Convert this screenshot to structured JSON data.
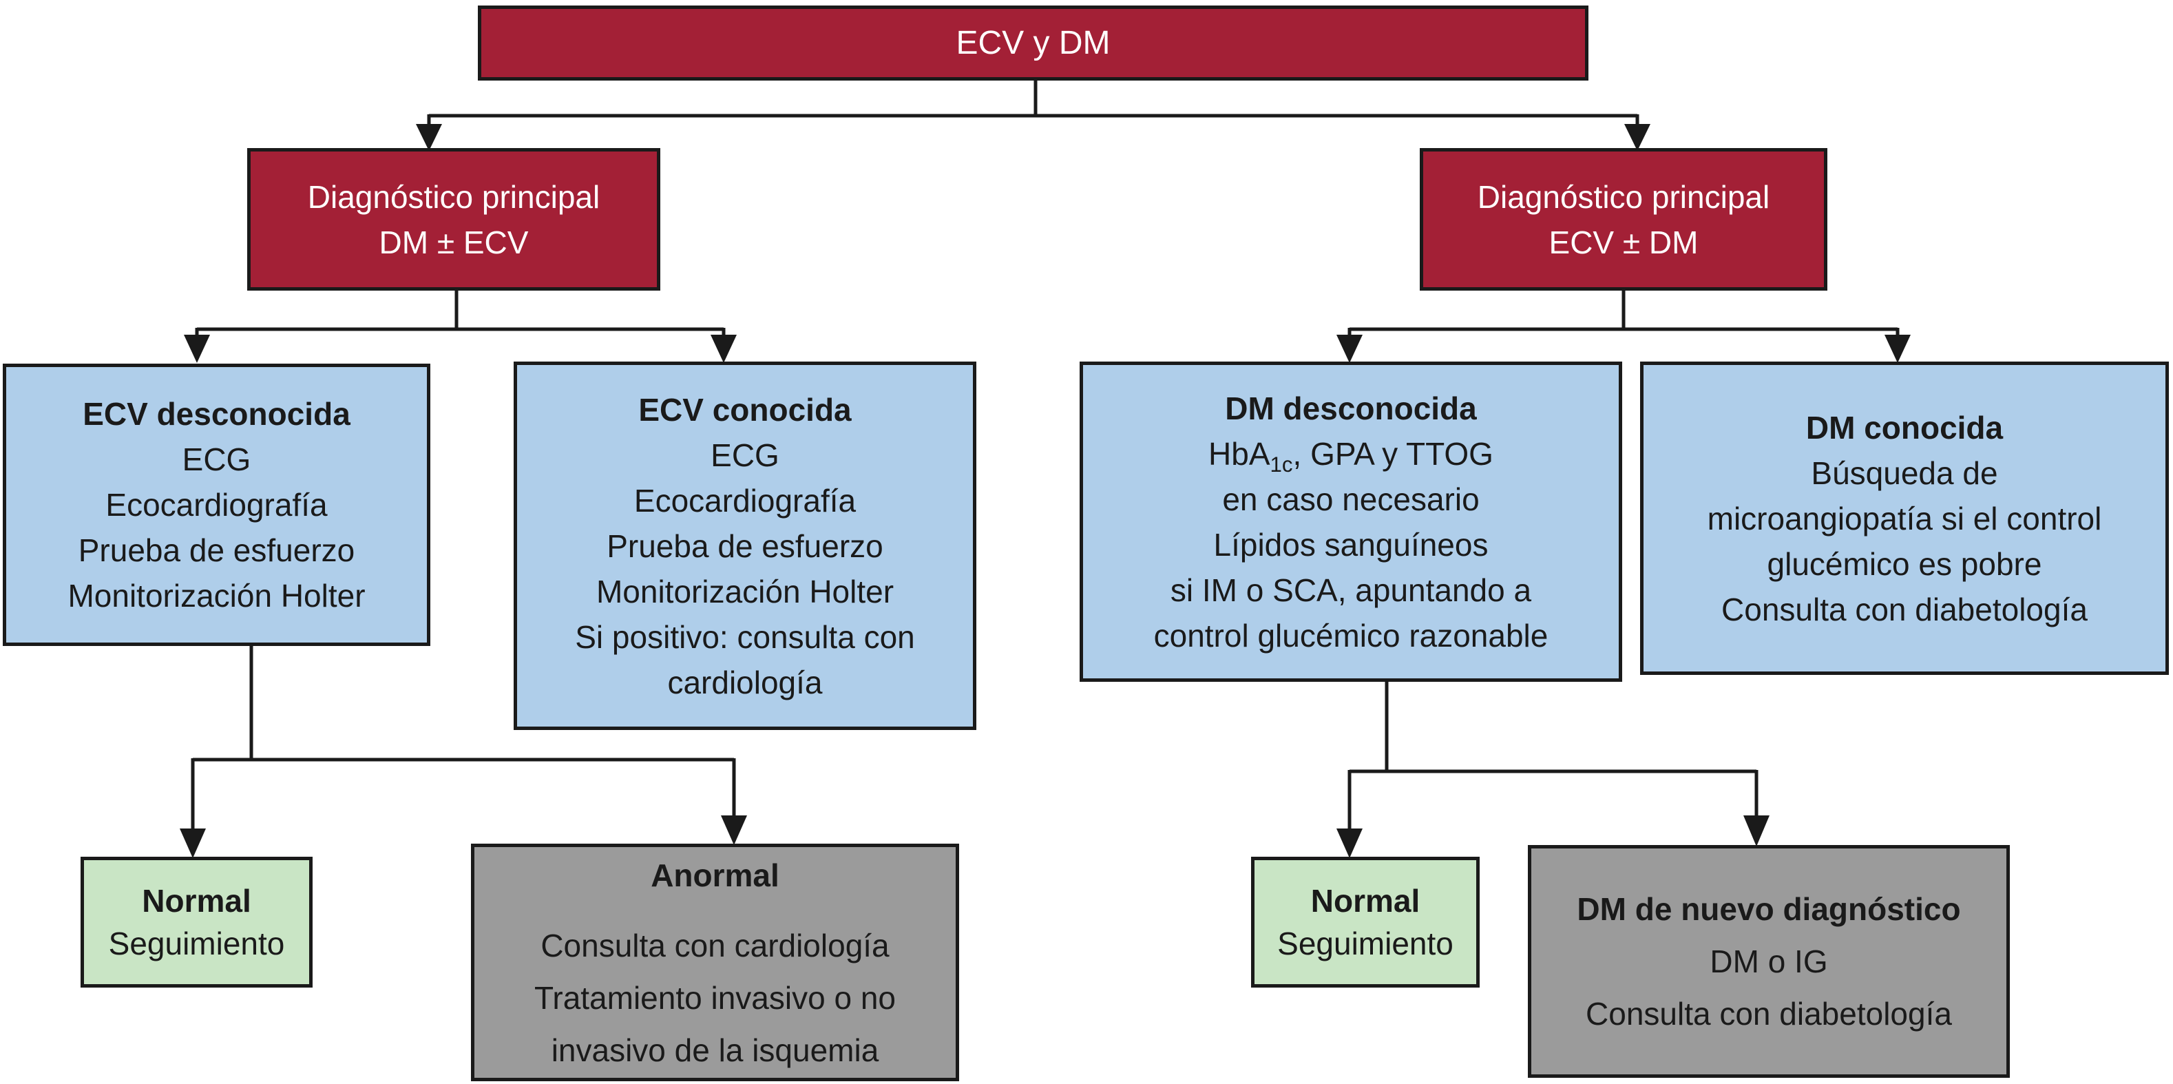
{
  "colors": {
    "header_red": "#a32036",
    "box_blue": "#afceea",
    "box_green": "#c9e5c5",
    "box_gray": "#9b9b9b",
    "connector_black": "#1a1a1a",
    "text_on_red": "#ffffff"
  },
  "nodes": {
    "root": {
      "label": "ECV y DM"
    },
    "left_header": {
      "line1": "Diagnóstico principal",
      "line2": "DM ± ECV"
    },
    "right_header": {
      "line1": "Diagnóstico principal",
      "line2": "ECV ± DM"
    },
    "ecv_desconocida": {
      "title": "ECV desconocida",
      "lines": [
        "ECG",
        "Ecocardiografía",
        "Prueba de esfuerzo",
        "Monitorización Holter"
      ]
    },
    "ecv_conocida": {
      "title": "ECV conocida",
      "lines": [
        "ECG",
        "Ecocardiografía",
        "Prueba de esfuerzo",
        "Monitorización Holter",
        "Si positivo: consulta con",
        "cardiología"
      ]
    },
    "dm_desconocida": {
      "title": "DM desconocida",
      "hba": {
        "pre": "HbA",
        "sub": "1c",
        "post": ", GPA y TTOG"
      },
      "lines": [
        "en caso necesario",
        "Lípidos sanguíneos",
        "si IM o SCA, apuntando a",
        "control glucémico razonable"
      ]
    },
    "dm_conocida": {
      "title": "DM conocida",
      "lines": [
        "Búsqueda de",
        "microangiopatía si el control",
        "glucémico es pobre",
        "Consulta con diabetología"
      ]
    },
    "normal_izq": {
      "title": "Normal",
      "subtitle": "Seguimiento"
    },
    "anormal": {
      "title": "Anormal",
      "lines": [
        "Consulta con cardiología",
        "Tratamiento invasivo o no",
        "invasivo de la isquemia"
      ]
    },
    "normal_der": {
      "title": "Normal",
      "subtitle": "Seguimiento"
    },
    "dm_nuevo": {
      "title": "DM de nuevo diagnóstico",
      "lines": [
        "DM o IG",
        "Consulta con diabetología"
      ]
    }
  }
}
